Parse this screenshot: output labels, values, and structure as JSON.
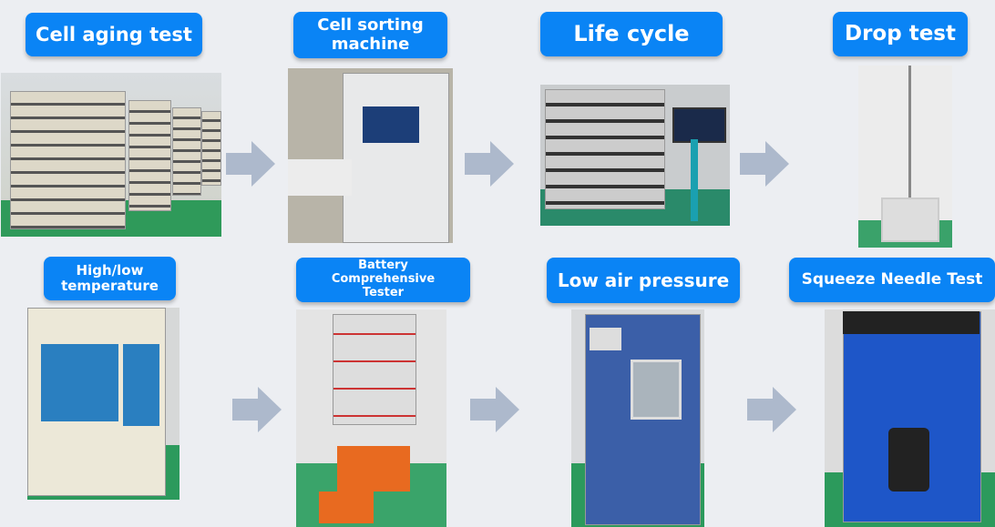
{
  "steps": [
    {
      "label": "Cell aging test"
    },
    {
      "label": "Cell sorting machine"
    },
    {
      "label": "Life cycle"
    },
    {
      "label": "Drop test"
    },
    {
      "label": "High/low temperature"
    },
    {
      "label": "Battery Comprehensive Tester"
    },
    {
      "label": "Low air pressure"
    },
    {
      "label": "Squeeze Needle Test"
    }
  ],
  "colors": {
    "background": "#eceef2",
    "label": "#0a84f5",
    "arrow": "#adb9cc"
  }
}
